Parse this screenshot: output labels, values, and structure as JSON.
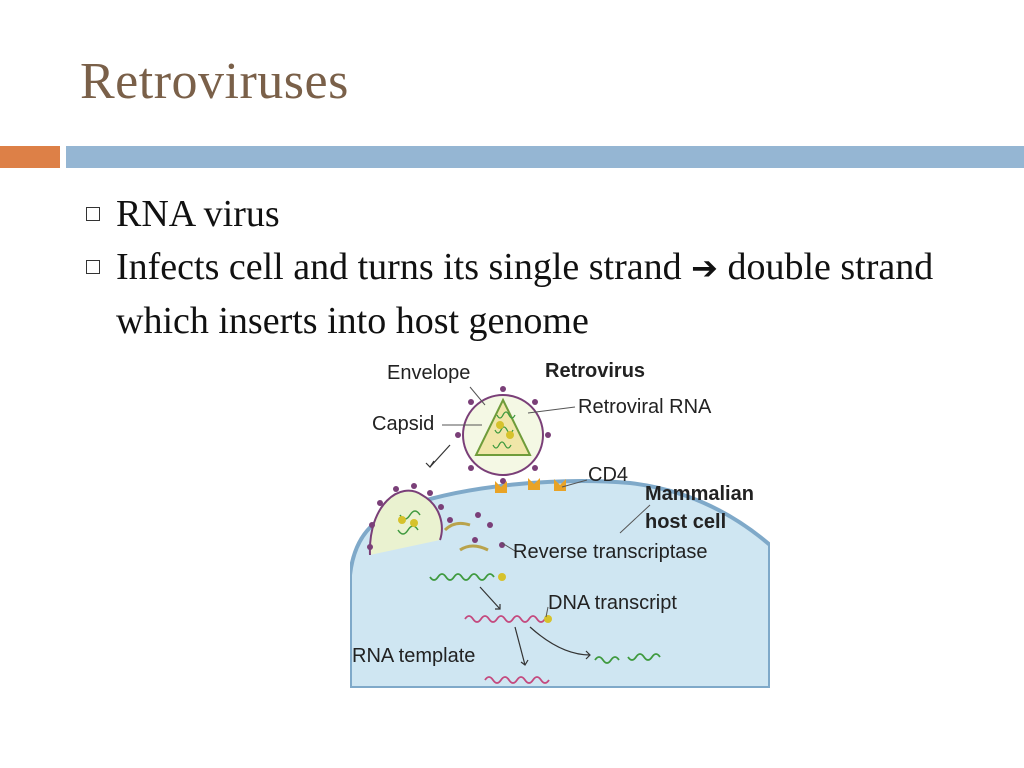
{
  "slide": {
    "title": "Retroviruses",
    "bullets": [
      {
        "text": "RNA virus"
      },
      {
        "text_before_arrow": "Infects cell and turns its single strand",
        "text_after_arrow": "double strand which inserts into host genome"
      }
    ]
  },
  "figure": {
    "labels": {
      "envelope": "Envelope",
      "retrovirus": "Retrovirus",
      "retroviral_rna": "Retroviral RNA",
      "capsid": "Capsid",
      "cd4": "CD4",
      "mammalian": "Mammalian",
      "host_cell": "host cell",
      "reverse_transcriptase": "Reverse transcriptase",
      "dna_transcript": "DNA transcript",
      "rna_template": "RNA template"
    }
  },
  "colors": {
    "title": "#7a6049",
    "accent_orange": "#dd8047",
    "accent_blue": "#95b6d3",
    "cell_fill": "#cfe6f2",
    "virus_purple": "#7a3f78",
    "rna_green": "#3f9a3f",
    "dna_pink": "#c4497e",
    "receptor_orange": "#e9a326"
  },
  "icons": [
    "square-bullet-icon",
    "right-arrow-icon"
  ]
}
